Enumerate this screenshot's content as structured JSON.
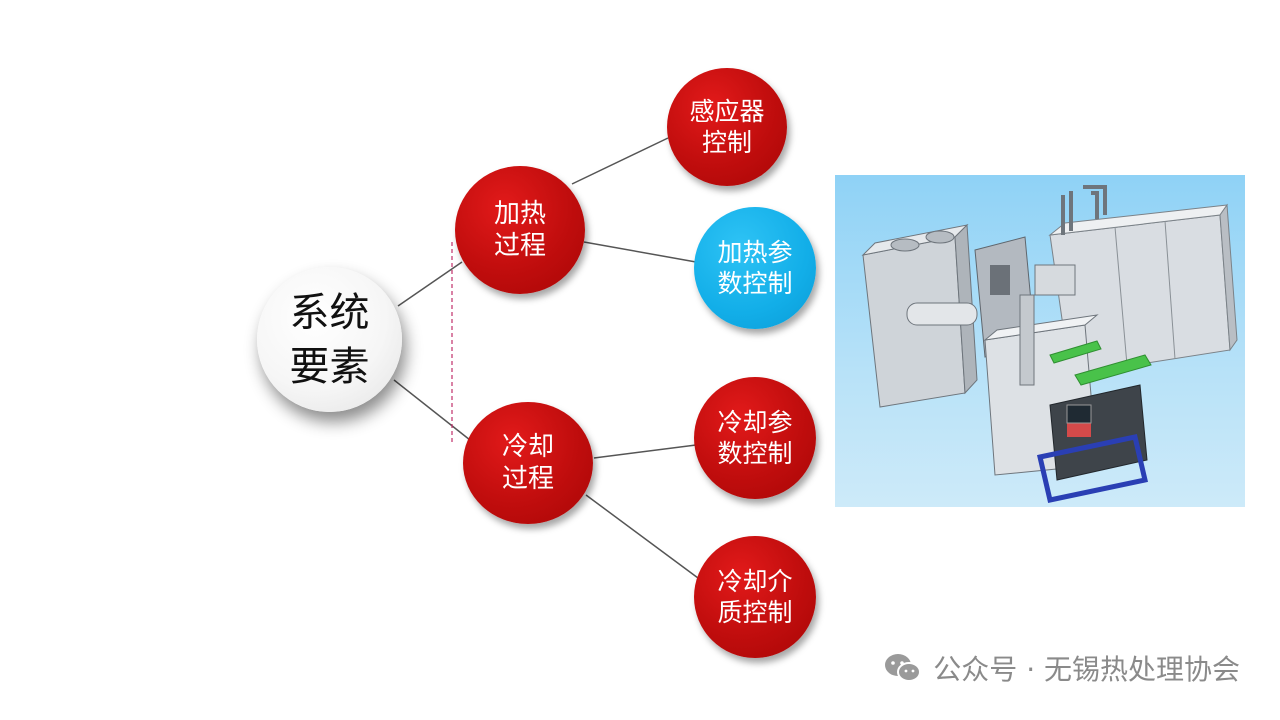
{
  "diagram": {
    "root": {
      "label": "系统\n要素"
    },
    "branches": [
      {
        "label": "加热\n过程",
        "children": [
          {
            "label": "感应器\n控制",
            "color": "#c00d0d"
          },
          {
            "label": "加热参\n数控制",
            "color": "#12aee8"
          }
        ]
      },
      {
        "label": "冷却\n过程",
        "children": [
          {
            "label": "冷却参\n数控制",
            "color": "#c00d0d"
          },
          {
            "label": "冷却介\n质控制",
            "color": "#c00d0d"
          }
        ]
      }
    ]
  },
  "colors": {
    "node_red": "#c00d0d",
    "node_blue": "#12aee8",
    "connector": "#555555",
    "dashed_guide": "#c0306a"
  },
  "image": {
    "description_icon": "induction-heat-treatment-machine-render"
  },
  "watermark": {
    "icon": "wechat-icon",
    "text": "公众号 · 无锡热处理协会"
  }
}
